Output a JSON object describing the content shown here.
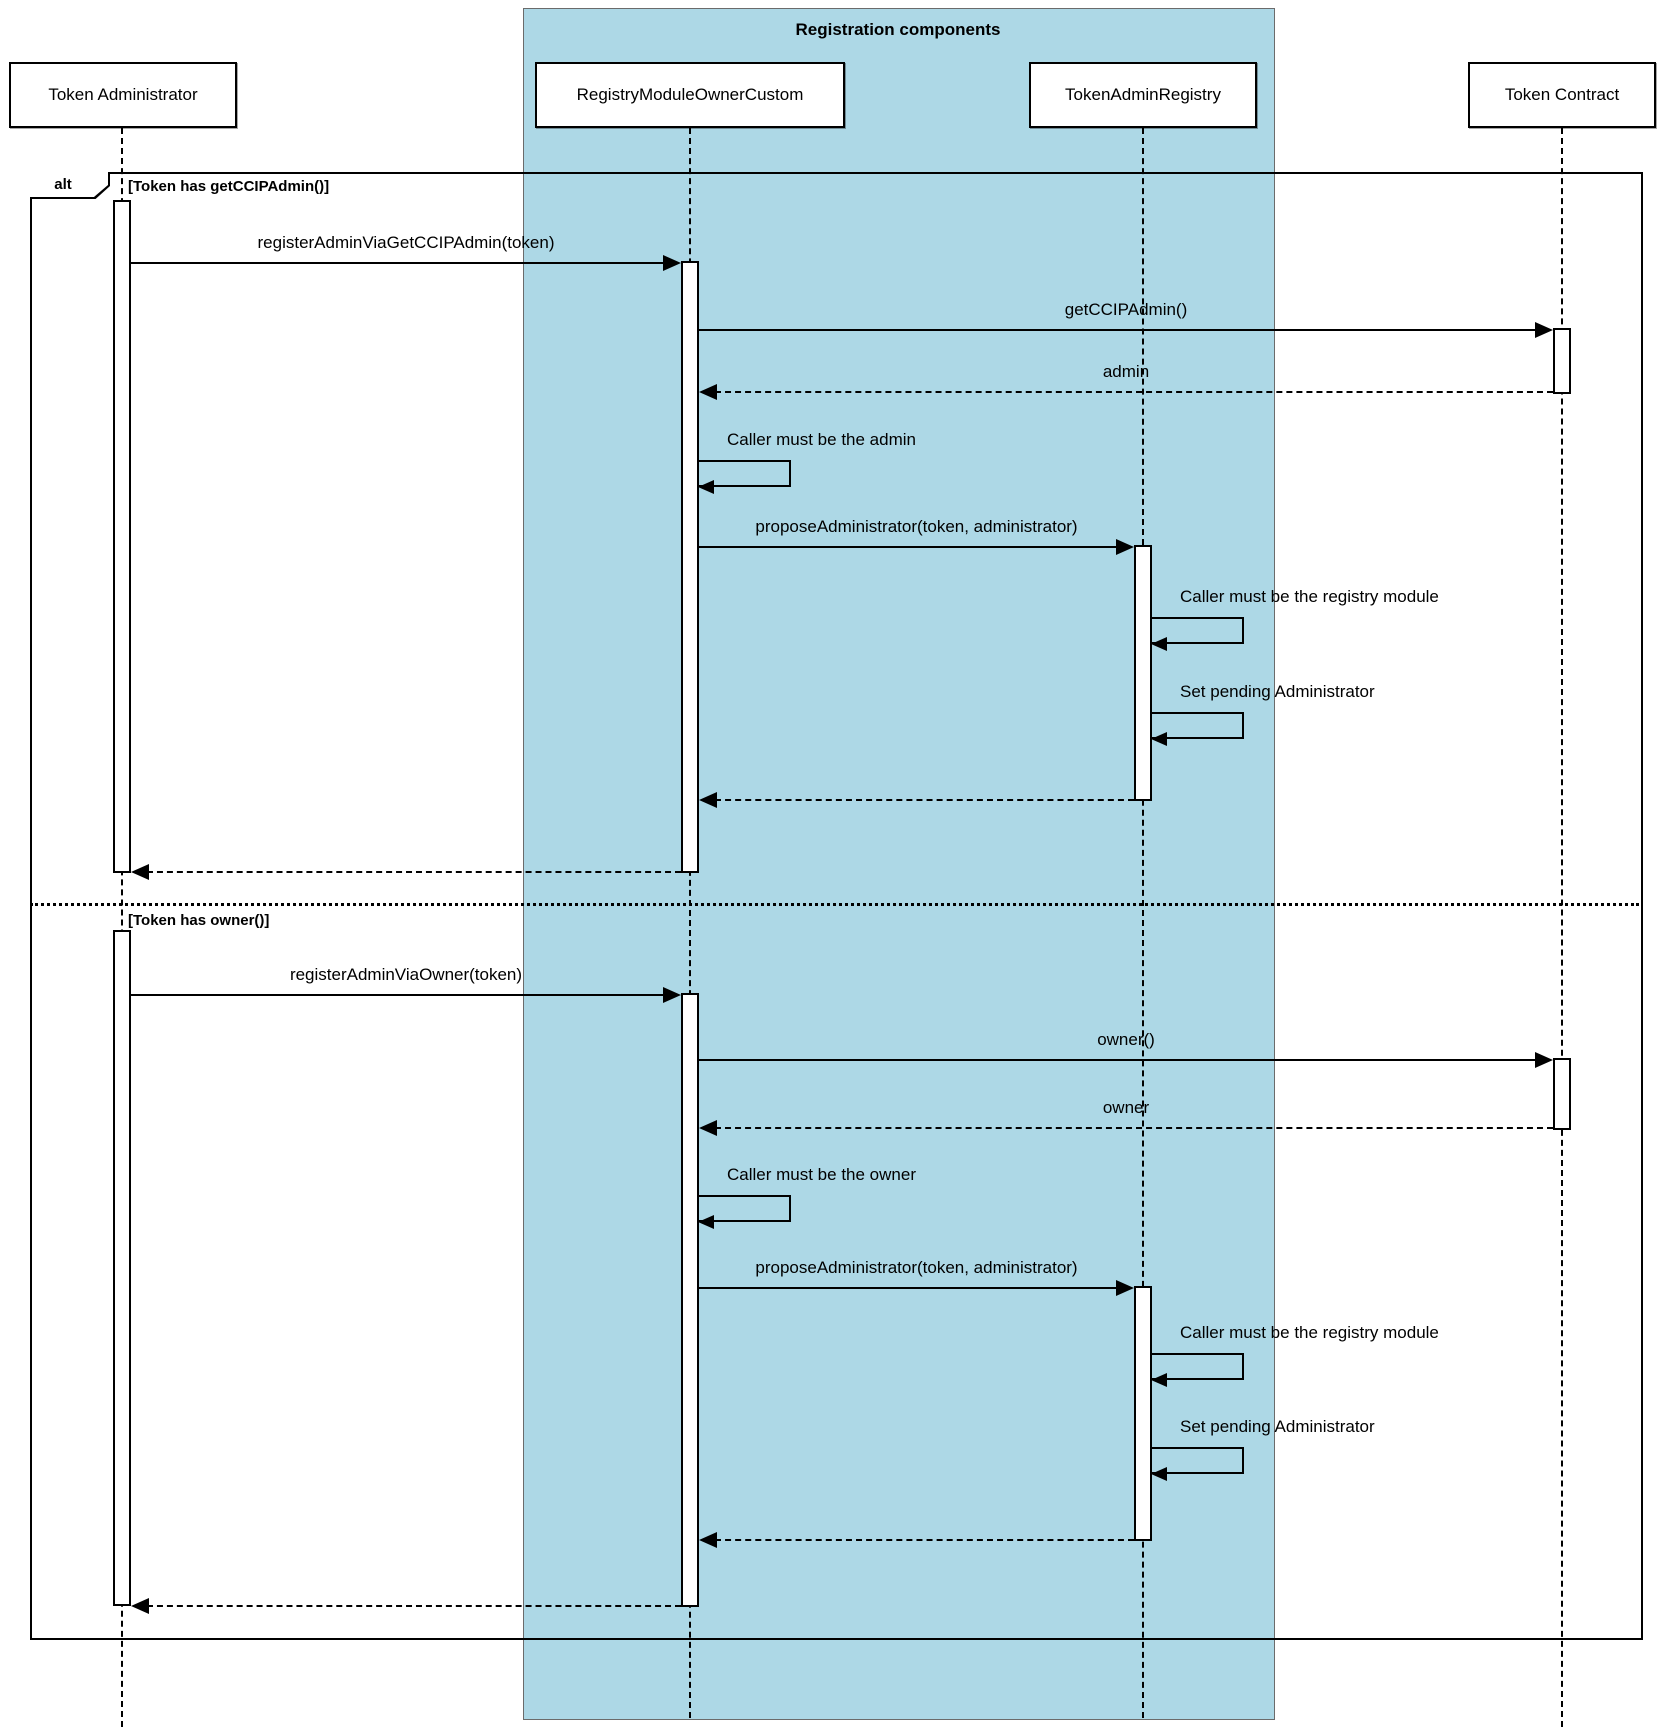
{
  "diagram": {
    "type": "uml-sequence",
    "title": "Registration components",
    "frame": {
      "operator": "alt"
    },
    "participants": [
      {
        "name": "Token Administrator"
      },
      {
        "name": "RegistryModuleOwnerCustom"
      },
      {
        "name": "TokenAdminRegistry"
      },
      {
        "name": "Token Contract"
      }
    ],
    "sections": [
      {
        "condition": "[Token has getCCIPAdmin()]",
        "messages": [
          {
            "label": "registerAdminViaGetCCIPAdmin(token)",
            "from": "Token Administrator",
            "to": "RegistryModuleOwnerCustom",
            "kind": "call"
          },
          {
            "label": "getCCIPAdmin()",
            "from": "RegistryModuleOwnerCustom",
            "to": "Token Contract",
            "kind": "call"
          },
          {
            "label": "admin",
            "from": "Token Contract",
            "to": "RegistryModuleOwnerCustom",
            "kind": "return"
          },
          {
            "label": "Caller must be the admin",
            "from": "RegistryModuleOwnerCustom",
            "to": "RegistryModuleOwnerCustom",
            "kind": "self"
          },
          {
            "label": "proposeAdministrator(token, administrator)",
            "from": "RegistryModuleOwnerCustom",
            "to": "TokenAdminRegistry",
            "kind": "call"
          },
          {
            "label": "Caller must be the registry module",
            "from": "TokenAdminRegistry",
            "to": "TokenAdminRegistry",
            "kind": "self"
          },
          {
            "label": "Set pending Administrator",
            "from": "TokenAdminRegistry",
            "to": "TokenAdminRegistry",
            "kind": "self"
          },
          {
            "label": "",
            "from": "TokenAdminRegistry",
            "to": "RegistryModuleOwnerCustom",
            "kind": "return"
          },
          {
            "label": "",
            "from": "RegistryModuleOwnerCustom",
            "to": "Token Administrator",
            "kind": "return"
          }
        ]
      },
      {
        "condition": "[Token has owner()]",
        "messages": [
          {
            "label": "registerAdminViaOwner(token)",
            "from": "Token Administrator",
            "to": "RegistryModuleOwnerCustom",
            "kind": "call"
          },
          {
            "label": "owner()",
            "from": "RegistryModuleOwnerCustom",
            "to": "Token Contract",
            "kind": "call"
          },
          {
            "label": "owner",
            "from": "Token Contract",
            "to": "RegistryModuleOwnerCustom",
            "kind": "return"
          },
          {
            "label": "Caller must be the owner",
            "from": "RegistryModuleOwnerCustom",
            "to": "RegistryModuleOwnerCustom",
            "kind": "self"
          },
          {
            "label": "proposeAdministrator(token, administrator)",
            "from": "RegistryModuleOwnerCustom",
            "to": "TokenAdminRegistry",
            "kind": "call"
          },
          {
            "label": "Caller must be the registry module",
            "from": "TokenAdminRegistry",
            "to": "TokenAdminRegistry",
            "kind": "self"
          },
          {
            "label": "Set pending Administrator",
            "from": "TokenAdminRegistry",
            "to": "TokenAdminRegistry",
            "kind": "self"
          },
          {
            "label": "",
            "from": "TokenAdminRegistry",
            "to": "RegistryModuleOwnerCustom",
            "kind": "return"
          },
          {
            "label": "",
            "from": "RegistryModuleOwnerCustom",
            "to": "Token Administrator",
            "kind": "return"
          }
        ]
      }
    ],
    "colors": {
      "group_fill": "#ADD8E6",
      "line": "#000000",
      "participant_fill": "#FFFFFF",
      "background": "#FFFFFF"
    }
  }
}
